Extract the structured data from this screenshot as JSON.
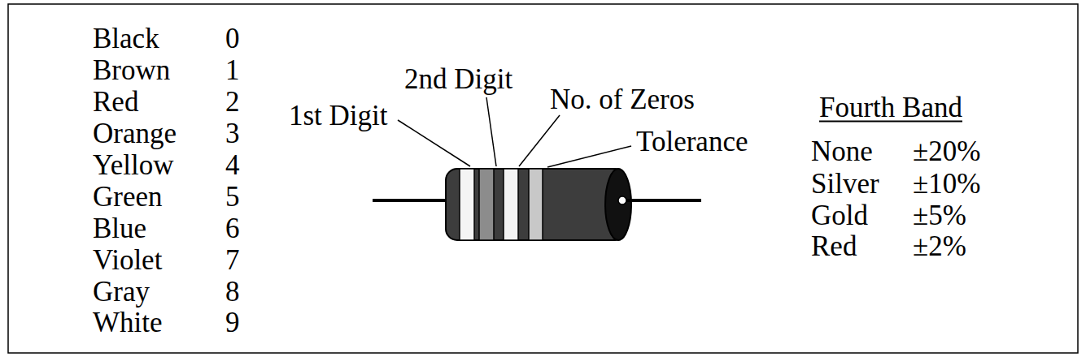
{
  "diagram": {
    "labels": [
      "Black",
      "0",
      "Brown",
      "1",
      "Red",
      "2",
      "Orange",
      "3",
      "Yellow",
      "4",
      "Green",
      "5",
      "Blue",
      "6",
      "Violet",
      "7",
      "Gray",
      "8",
      "White",
      "9",
      "2nd Digit",
      "1st Digit",
      "No. of Zeros",
      "Tolerance",
      "Fourth Band",
      "None",
      "±20%",
      "Silver",
      "±10%",
      "Gold",
      "±5%",
      "Red",
      "±2%"
    ]
  }
}
